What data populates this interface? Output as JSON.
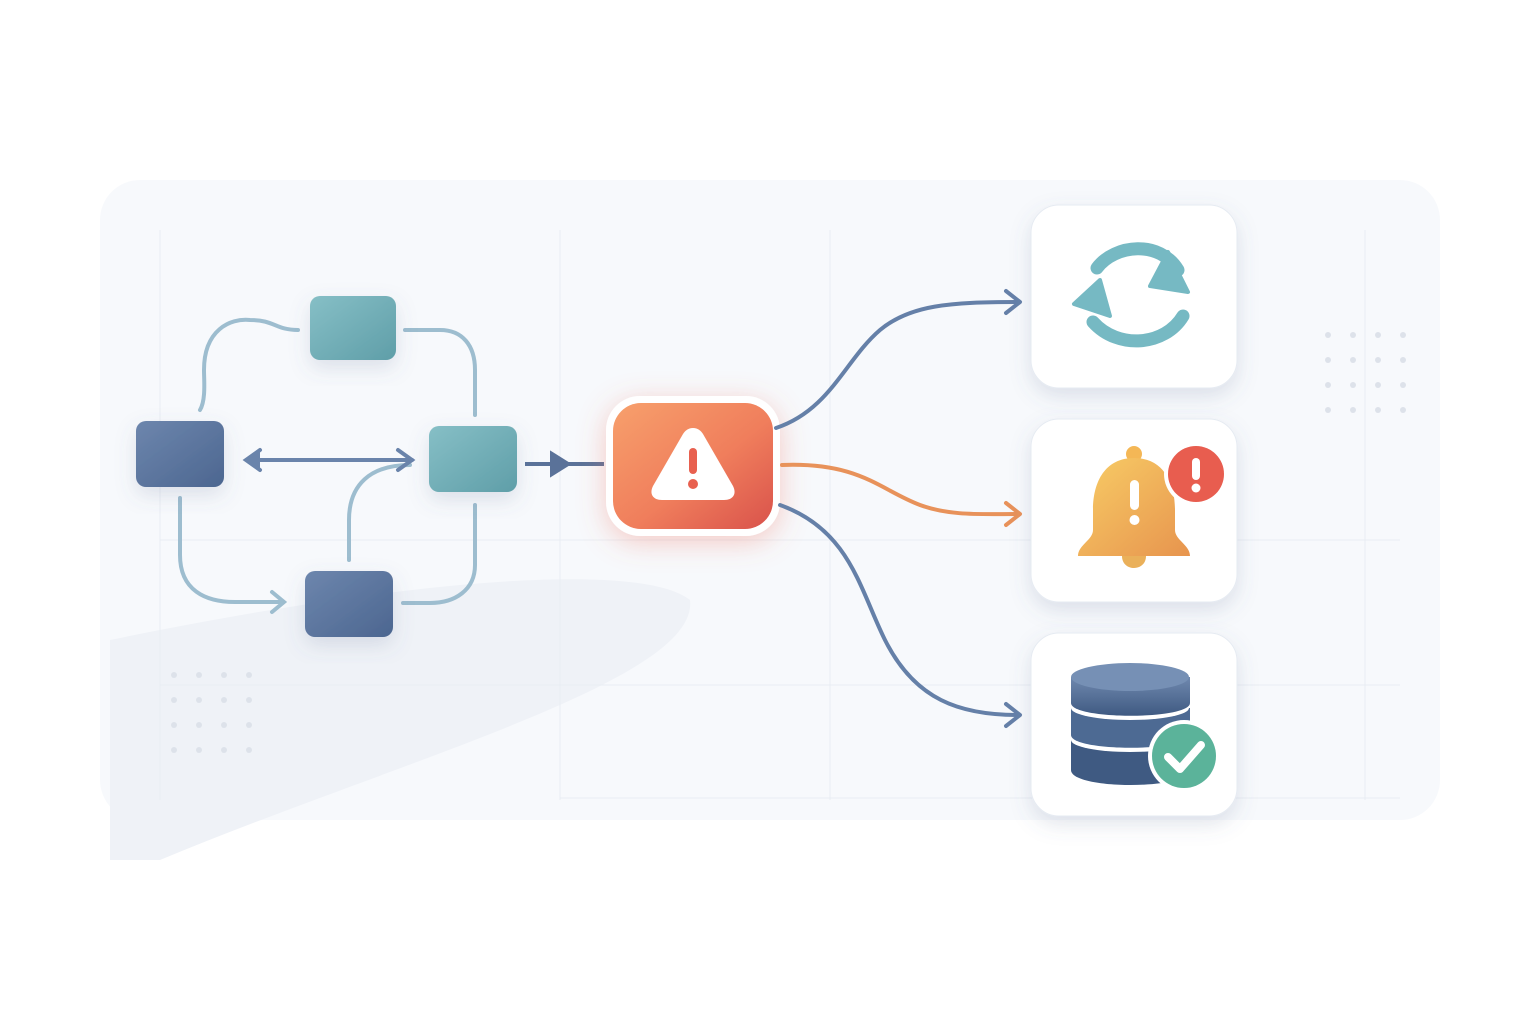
{
  "diagram": {
    "colors": {
      "background": "#ffffff",
      "panel": "#f6f8fb",
      "node_dark_blue": "#5a7299",
      "node_teal": "#6fadb5",
      "connector_light": "#9dbdcf",
      "connector_dark": "#6580a8",
      "alert_orange": "#f49266",
      "alert_red": "#e0584e",
      "path_orange": "#e8925a",
      "card": "#ffffff",
      "sync_teal": "#76b9c3",
      "bell_yellow": "#f6c35e",
      "badge_red": "#e85d4f",
      "db_blue": "#4d6a93",
      "check_green": "#5bb39a"
    },
    "nodes": [
      {
        "id": "process-node-top",
        "color": "teal"
      },
      {
        "id": "process-node-left",
        "color": "dark-blue"
      },
      {
        "id": "process-node-right",
        "color": "teal"
      },
      {
        "id": "process-node-bottom",
        "color": "dark-blue"
      }
    ],
    "center": {
      "icon": "warning-triangle-icon"
    },
    "outcomes": [
      {
        "id": "retry",
        "icon": "refresh-icon"
      },
      {
        "id": "notify",
        "icon": "bell-alert-icon"
      },
      {
        "id": "persist",
        "icon": "database-check-icon"
      }
    ]
  }
}
